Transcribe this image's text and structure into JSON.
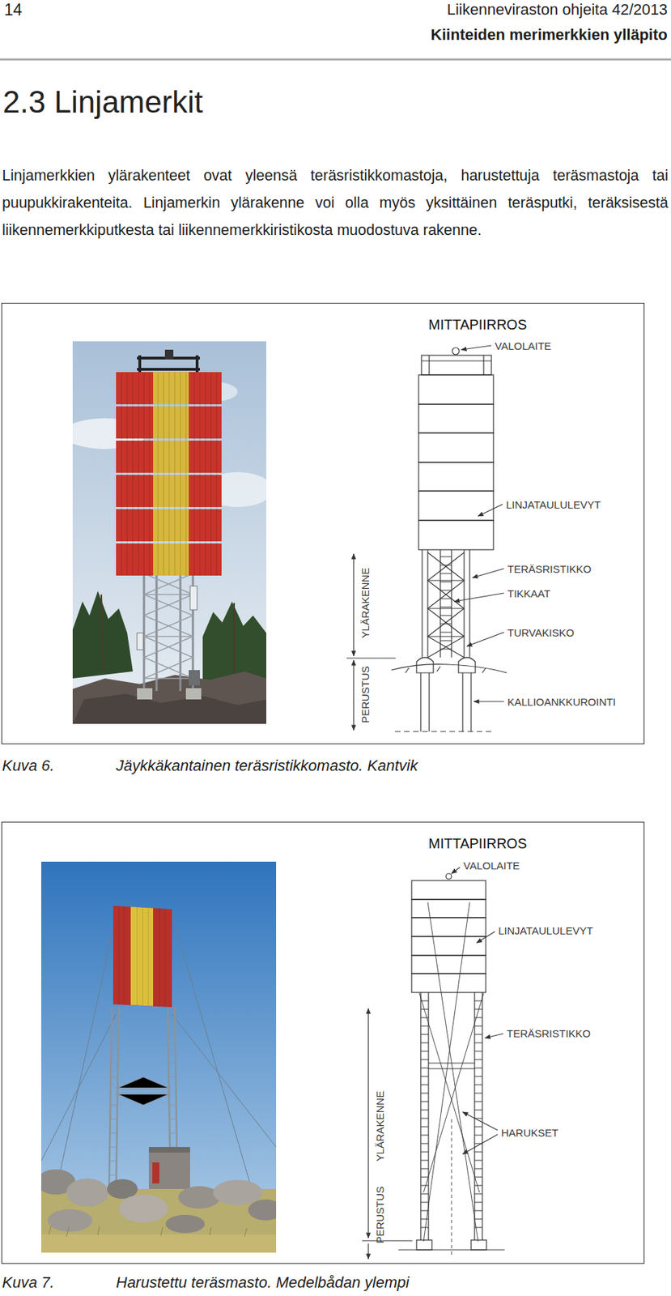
{
  "diagram": {
    "title": "2.3 Linjamerkit",
    "nodes": [
      {
        "text": [
          "MITTAPIIRROS"
        ]
      },
      {
        "text": [
          "MITTAPIIRROS"
        ]
      }
    ],
    "labels": [
      "14",
      "Liikenneviraston ohjeita 42/2013",
      "Kiinteiden merimerkkien ylläpito",
      "Linjamerkkien ylärakenteet ovat yleensä teräsristikkomastoja, harustettuja teräsmastoja tai puupukkirakenteita. Linjamerkin ylärakenne voi olla myös yksittäinen teräsputki, teräksisestä liikennemerkkiputkesta tai liikennemerkkiristikosta muodostuva rakenne.",
      "VALOLAITE",
      "LINJATAULULEVYT",
      "TERÄSRISTIKKO",
      "TIKKAAT",
      "TURVAKISKO",
      "KALLIOANKKUROINTI",
      "YLÄRAKENNE",
      "PERUSTUS",
      "Kuva 6.",
      "Jäykkäkantainen teräsristikkomasto. Kantvik",
      "VALOLAITE",
      "LINJATAULULEVYT",
      "TERÄSRISTIKKO",
      "HARUKSET",
      "YLÄRAKENNE",
      "PERUSTUS",
      "Kuva 7.",
      "Harustettu teräsmasto. Medelbådan ylempi"
    ]
  }
}
